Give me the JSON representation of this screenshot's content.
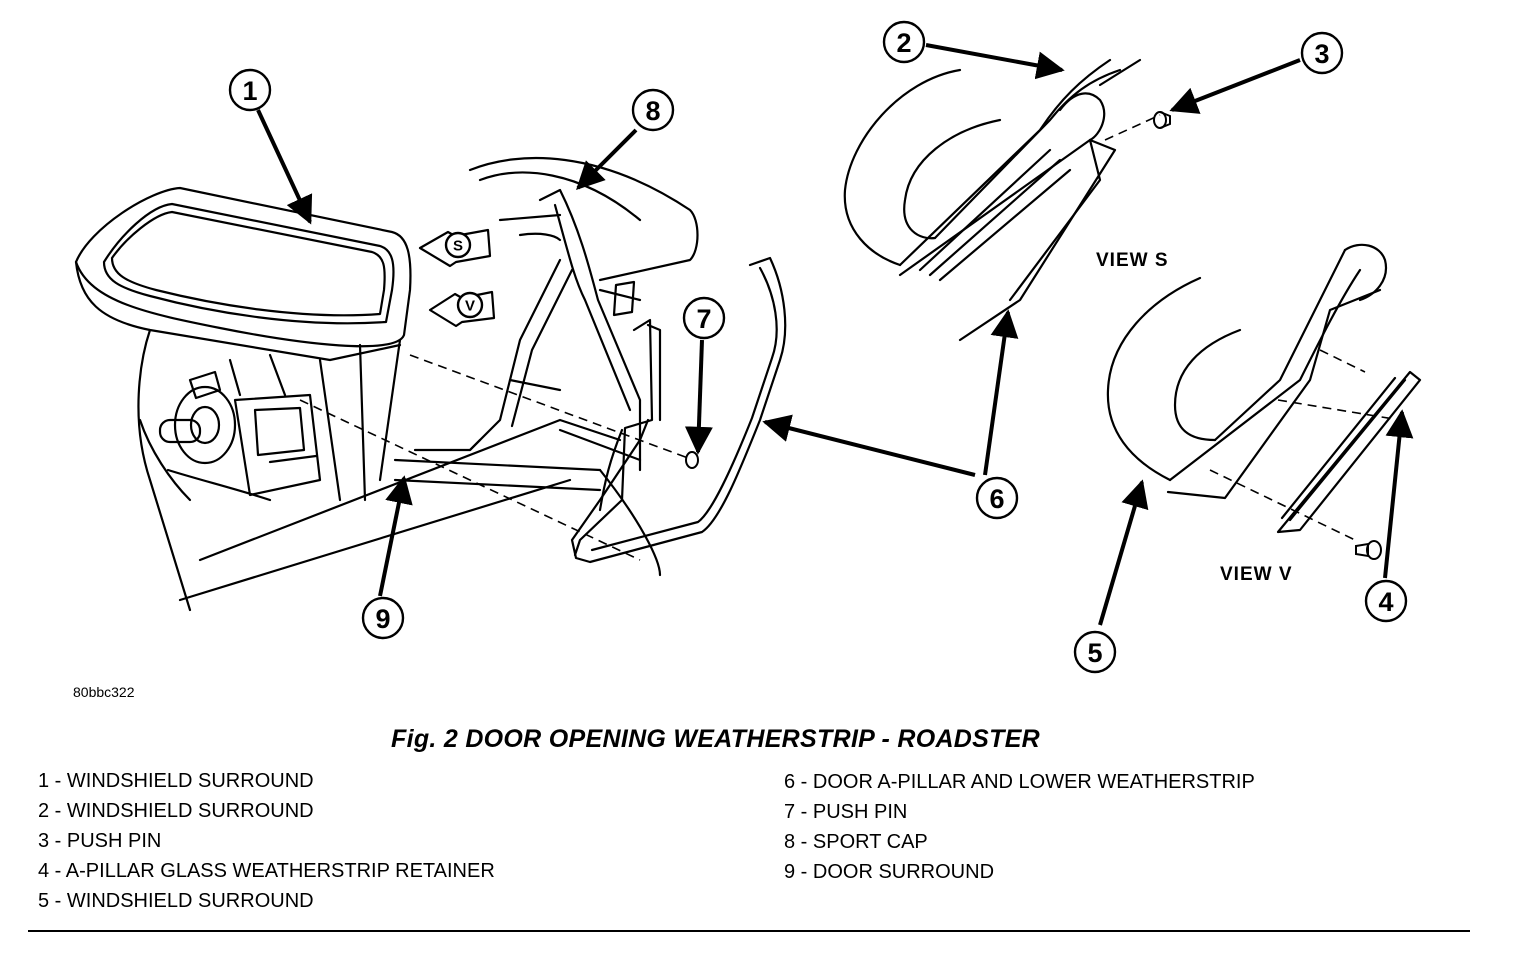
{
  "figure": {
    "caption": "Fig. 2 DOOR OPENING WEATHERSTRIP - ROADSTER",
    "image_code": "80bbc322",
    "view_labels": {
      "s": "VIEW S",
      "v": "VIEW V"
    },
    "view_markers": {
      "s": "S",
      "v": "V"
    },
    "callouts": [
      "1",
      "2",
      "3",
      "4",
      "5",
      "6",
      "7",
      "8",
      "9"
    ]
  },
  "legend": {
    "left": [
      "1 - WINDSHIELD SURROUND",
      "2 - WINDSHIELD SURROUND",
      "3 - PUSH PIN",
      "4 - A-PILLAR GLASS WEATHERSTRIP RETAINER",
      "5 - WINDSHIELD SURROUND"
    ],
    "right": [
      "6 - DOOR A-PILLAR AND LOWER WEATHERSTRIP",
      "7 - PUSH PIN",
      "8 - SPORT CAP",
      "9 - DOOR SURROUND"
    ]
  }
}
